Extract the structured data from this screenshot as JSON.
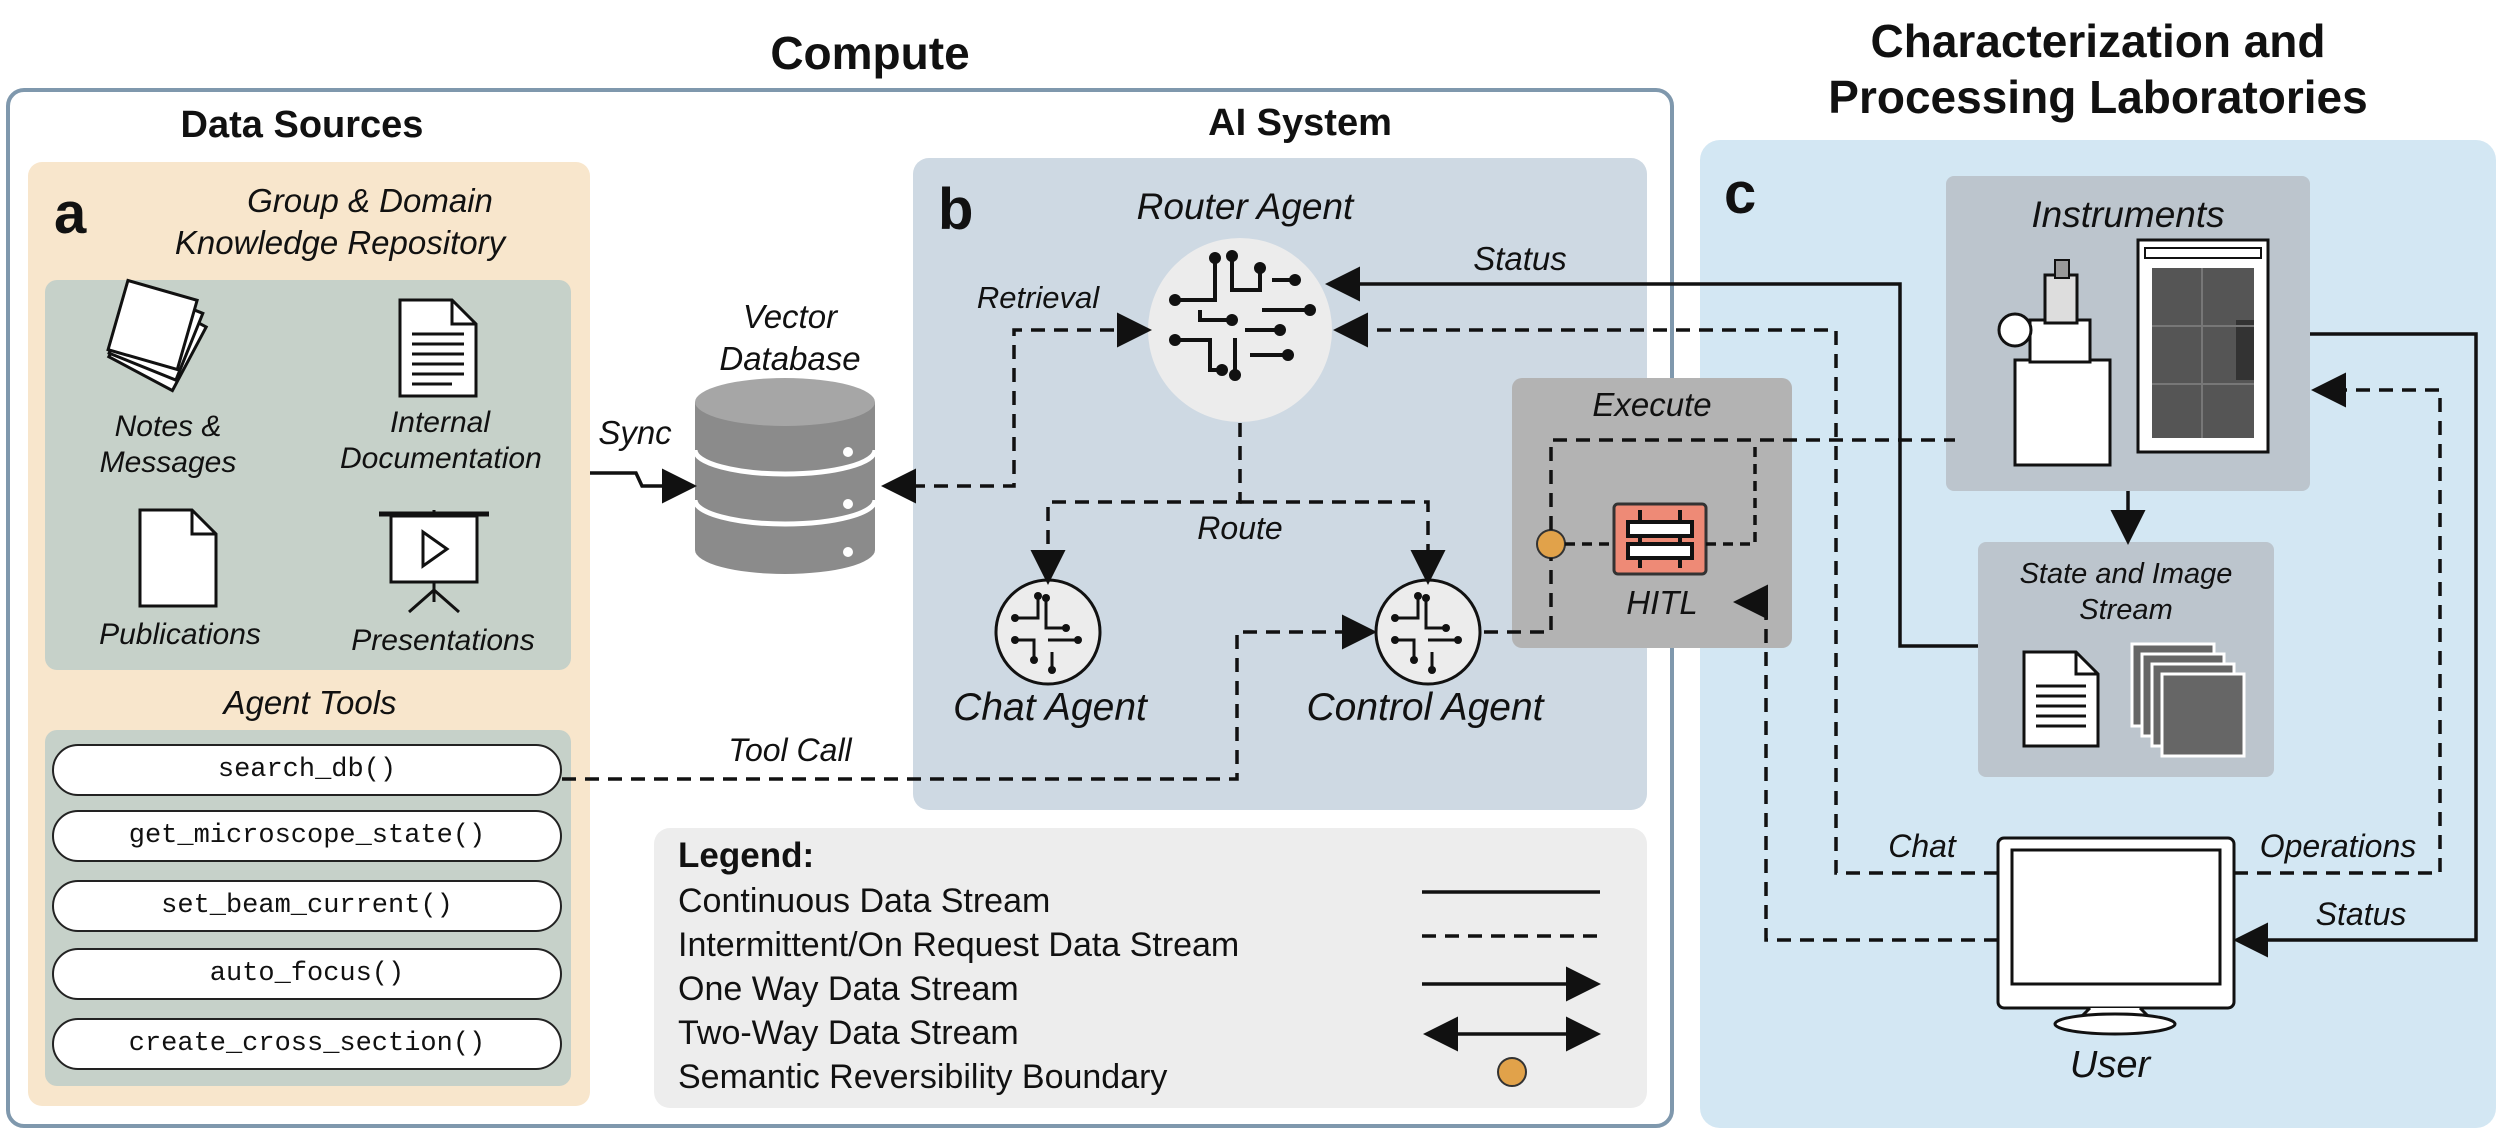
{
  "titles": {
    "compute": "Compute",
    "labs": "Characterization and Processing Laboratories",
    "labs_line1": "Characterization and",
    "labs_line2": "Processing Laboratories",
    "data_sources": "Data Sources",
    "ai_system": "AI System"
  },
  "panel_letters": {
    "a": "a",
    "b": "b",
    "c": "c"
  },
  "data_sources": {
    "repository_line1": "Group & Domain",
    "repository_line2": "Knowledge Repository",
    "items": [
      {
        "label_line1": "Notes &",
        "label_line2": "Messages",
        "icon": "notes-stack-icon"
      },
      {
        "label_line1": "Internal",
        "label_line2": "Documentation",
        "icon": "document-icon"
      },
      {
        "label_line1": "Publications",
        "label_line2": "",
        "icon": "file-icon"
      },
      {
        "label_line1": "Presentations",
        "label_line2": "",
        "icon": "presentation-icon"
      }
    ],
    "agent_tools_title": "Agent Tools",
    "tools": [
      "search_db()",
      "get_microscope_state()",
      "set_beam_current()",
      "auto_focus()",
      "create_cross_section()"
    ]
  },
  "vector_db": {
    "line1": "Vector",
    "line2": "Database"
  },
  "ai_system": {
    "router_agent": "Router Agent",
    "chat_agent": "Chat Agent",
    "control_agent": "Control Agent",
    "execute": "Execute",
    "hitl": "HITL"
  },
  "labs": {
    "instruments": "Instruments",
    "state_stream_line1": "State and Image",
    "state_stream_line2": "Stream",
    "user": "User"
  },
  "edge_labels": {
    "sync": "Sync",
    "retrieval": "Retrieval",
    "status_top": "Status",
    "route": "Route",
    "tool_call": "Tool Call",
    "chat": "Chat",
    "operations": "Operations",
    "status_bottom": "Status"
  },
  "legend": {
    "title": "Legend:",
    "items": [
      "Continuous Data Stream",
      "Intermittent/On Request Data Stream",
      "One Way Data Stream",
      "Two-Way Data Stream",
      "Semantic Reversibility Boundary"
    ]
  },
  "colors": {
    "data_sources_bg": "#f8e6cc",
    "inner_teal": "#c6d1c9",
    "ai_system_bg": "#ced9e3",
    "labs_bg": "#d3e7f3",
    "gray_box": "#bdc2c7",
    "execute_bg": "#b3b3b3",
    "hitl_bg": "#ee8a76",
    "boundary_dot": "#e1a24a",
    "compute_border": "#7f98ad"
  }
}
